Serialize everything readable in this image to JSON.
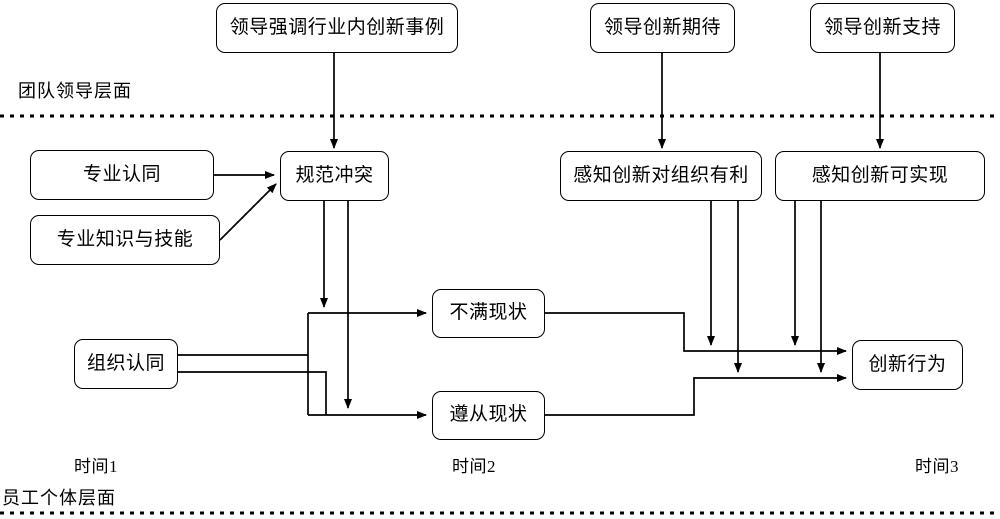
{
  "diagram": {
    "title_visible": false,
    "levels": [
      {
        "id": "team-leadership",
        "label": "团队领导层面"
      },
      {
        "id": "employee-individual",
        "label": "员工个体层面"
      }
    ],
    "time_labels": [
      {
        "id": "time-1",
        "label": "时间1"
      },
      {
        "id": "time-2",
        "label": "时间2"
      },
      {
        "id": "time-3",
        "label": "时间3"
      }
    ],
    "nodes": [
      {
        "id": "leader-industry-cases",
        "label": "领导强调行业内创新事例"
      },
      {
        "id": "leader-innovation-expectation",
        "label": "领导创新期待"
      },
      {
        "id": "leader-innovation-support",
        "label": "领导创新支持"
      },
      {
        "id": "professional-identity",
        "label": "专业认同"
      },
      {
        "id": "professional-knowledge-skill",
        "label": "专业知识与技能"
      },
      {
        "id": "norm-conflict",
        "label": "规范冲突"
      },
      {
        "id": "organizational-identity",
        "label": "组织认同"
      },
      {
        "id": "dissatisfied-status-quo",
        "label": "不满现状"
      },
      {
        "id": "comply-status-quo",
        "label": "遵从现状"
      },
      {
        "id": "perceived-benefit-org",
        "label": "感知创新对组织有利"
      },
      {
        "id": "perceived-innovation-feasible",
        "label": "感知创新可实现"
      },
      {
        "id": "innovation-behavior",
        "label": "创新行为"
      }
    ],
    "edges": [
      {
        "from": "leader-industry-cases",
        "to": "norm-conflict"
      },
      {
        "from": "professional-identity",
        "to": "norm-conflict"
      },
      {
        "from": "professional-knowledge-skill",
        "to": "norm-conflict"
      },
      {
        "from": "norm-conflict",
        "to": "dissatisfied-status-quo"
      },
      {
        "from": "norm-conflict",
        "to": "comply-status-quo"
      },
      {
        "from": "organizational-identity",
        "to": "dissatisfied-status-quo"
      },
      {
        "from": "organizational-identity",
        "to": "comply-status-quo"
      },
      {
        "from": "leader-innovation-expectation",
        "to": "perceived-benefit-org"
      },
      {
        "from": "leader-innovation-support",
        "to": "perceived-innovation-feasible"
      },
      {
        "from": "dissatisfied-status-quo",
        "to": "innovation-behavior"
      },
      {
        "from": "comply-status-quo",
        "to": "innovation-behavior"
      },
      {
        "from": "perceived-benefit-org",
        "to": "innovation-behavior"
      },
      {
        "from": "perceived-innovation-feasible",
        "to": "innovation-behavior"
      }
    ],
    "colors": {
      "stroke": "#000000",
      "fill": "#ffffff",
      "background": "#ffffff"
    }
  }
}
